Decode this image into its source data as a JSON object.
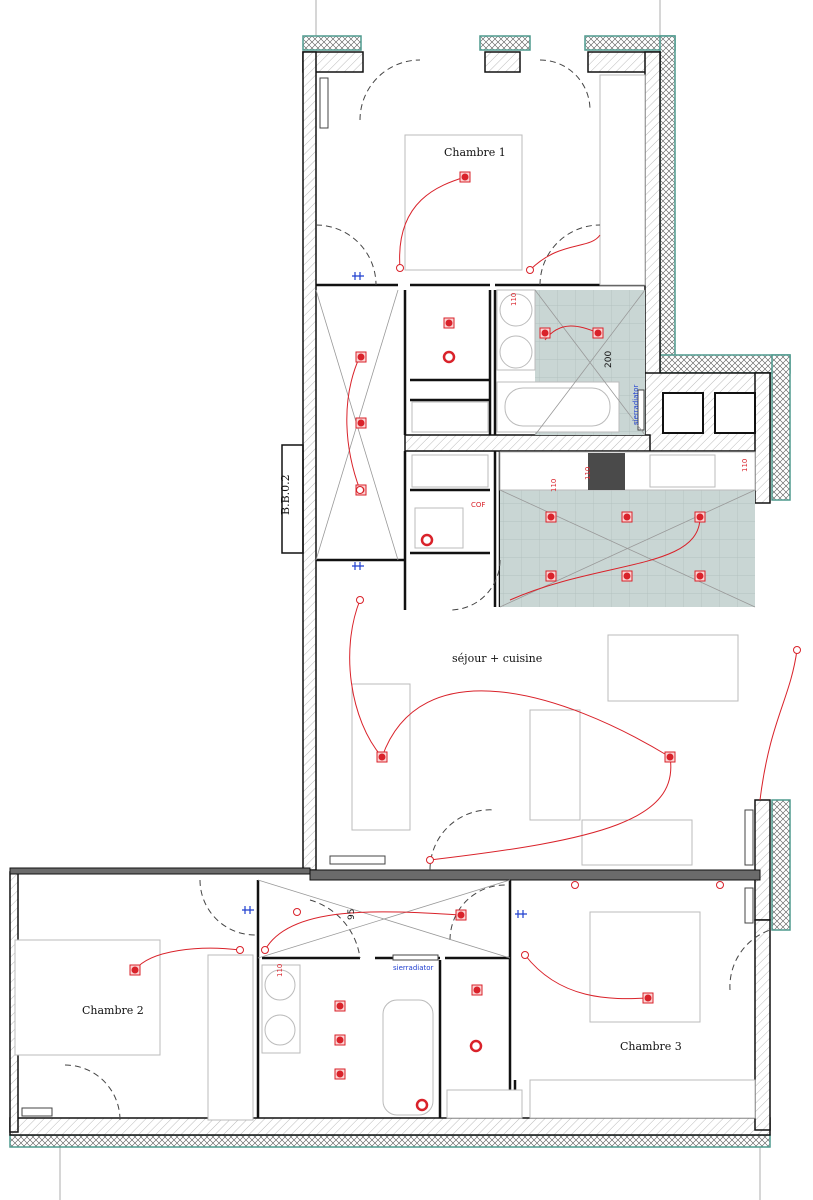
{
  "plan": {
    "rooms": {
      "chambre1": "Chambre 1",
      "sejour": "séjour + cuisine",
      "chambre2": "Chambre 2",
      "chambre3": "Chambre 3"
    },
    "shaft_label": "B.B.0.2",
    "dimensions": {
      "bath1_height": "200",
      "hall_width": "95"
    },
    "radiator_labels": [
      "sierradiator",
      "sierradiator"
    ],
    "outlet_height_labels": [
      "110",
      "110",
      "110",
      "110",
      "110"
    ],
    "meter_label": "COF"
  },
  "colors": {
    "walls": "#111111",
    "electrical": "#d9222a",
    "tiles": "#c9d6d4",
    "cladding": "#4f9a8e",
    "plumbing": "#1f3fcf"
  }
}
